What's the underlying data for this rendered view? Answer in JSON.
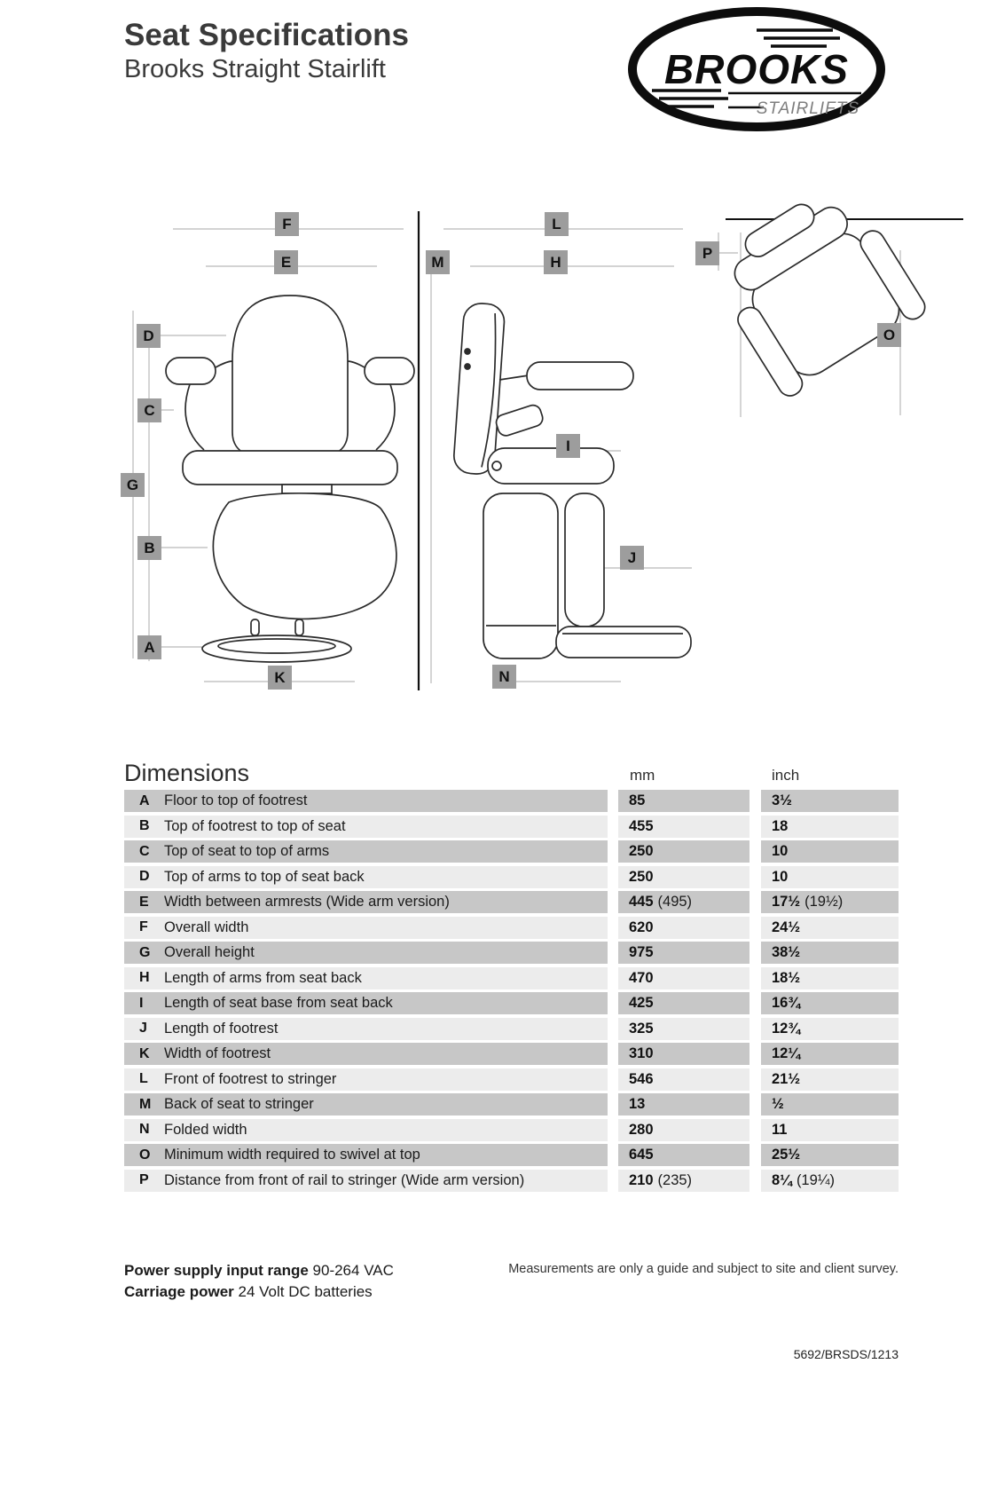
{
  "header": {
    "title": "Seat Specifications",
    "subtitle": "Brooks Straight Stairlift",
    "logo": {
      "brand": "BROOKS",
      "tagline": "STAIRLIFTS"
    }
  },
  "diagram": {
    "labels": [
      "F",
      "E",
      "D",
      "C",
      "G",
      "B",
      "A",
      "K",
      "L",
      "M",
      "H",
      "I",
      "J",
      "N",
      "P",
      "O"
    ]
  },
  "table": {
    "title": "Dimensions",
    "col_mm": "mm",
    "col_inch": "inch",
    "rows": [
      {
        "letter": "A",
        "desc": "Floor to top of footrest",
        "mm": "85",
        "inch": "3½"
      },
      {
        "letter": "B",
        "desc": "Top of footrest to top of seat",
        "mm": "455",
        "inch": "18"
      },
      {
        "letter": "C",
        "desc": "Top of seat to top of arms",
        "mm": "250",
        "inch": "10"
      },
      {
        "letter": "D",
        "desc": "Top of arms to top of seat back",
        "mm": "250",
        "inch": "10"
      },
      {
        "letter": "E",
        "desc": "Width between armrests (Wide arm version)",
        "mm": "445",
        "mm2": "(495)",
        "inch": "17½",
        "inch2": "(19½)"
      },
      {
        "letter": "F",
        "desc": "Overall width",
        "mm": "620",
        "inch": "24½"
      },
      {
        "letter": "G",
        "desc": "Overall height",
        "mm": "975",
        "inch": "38½"
      },
      {
        "letter": "H",
        "desc": "Length of arms from seat back",
        "mm": "470",
        "inch": "18½"
      },
      {
        "letter": "I",
        "desc": "Length of seat base from seat back",
        "mm": "425",
        "inch": "16¾"
      },
      {
        "letter": "J",
        "desc": "Length of footrest",
        "mm": "325",
        "inch": "12¾"
      },
      {
        "letter": "K",
        "desc": "Width of footrest",
        "mm": "310",
        "inch": "12¼"
      },
      {
        "letter": "L",
        "desc": "Front of footrest to stringer",
        "mm": "546",
        "inch": "21½"
      },
      {
        "letter": "M",
        "desc": "Back of seat to stringer",
        "mm": "13",
        "inch": "½"
      },
      {
        "letter": "N",
        "desc": "Folded width",
        "mm": "280",
        "inch": "11"
      },
      {
        "letter": "O",
        "desc": "Minimum width required to swivel at top",
        "mm": "645",
        "inch": "25½"
      },
      {
        "letter": "P",
        "desc": "Distance from front of rail to stringer (Wide arm version)",
        "mm": "210",
        "mm2": "(235)",
        "inch": "8¼",
        "inch2": "(19¼)"
      }
    ]
  },
  "footer": {
    "power_label": "Power supply input range",
    "power_value": " 90-264 VAC",
    "carriage_label": "Carriage power",
    "carriage_value": " 24 Volt DC batteries",
    "disclaimer": "Measurements are only a guide and subject to site and client survey.",
    "doc_code": "5692/BRSDS/1213"
  }
}
